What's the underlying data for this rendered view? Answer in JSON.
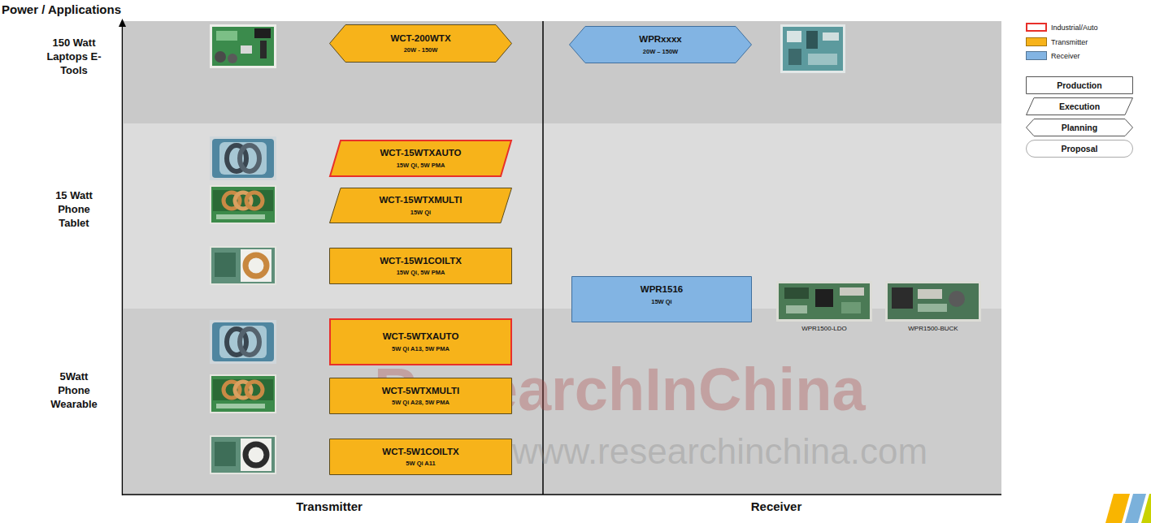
{
  "diagram": {
    "nodes": [
      {
        "text": [
          "WCT-200WTX",
          "20W - 150W"
        ]
      },
      {
        "text": [
          "WPRxxxx",
          "20W – 150W"
        ]
      },
      {
        "text": [
          "WCT-15WTXAUTO",
          "15W Qi, 5W PMA"
        ]
      },
      {
        "text": [
          "WCT-15WTXMULTI",
          "15W Qi"
        ]
      },
      {
        "text": [
          "WCT-15W1COILTX",
          "15W Qi, 5W PMA"
        ]
      },
      {
        "text": [
          "WPR1516",
          "15W Qi"
        ]
      },
      {
        "text": [
          "WCT-5WTXAUTO",
          "5W Qi A13, 5W PMA"
        ]
      },
      {
        "text": [
          "WCT-5WTXMULTI",
          "5W Qi A28, 5W PMA"
        ]
      },
      {
        "text": [
          "WCT-5W1COILTX",
          "5W Qi A11"
        ]
      }
    ],
    "labels": [
      "Power / Applications",
      "150 Watt Laptops E-Tools",
      "15 Watt Phone Tablet",
      "5Watt Phone Wearable",
      "WPR1500-LDO",
      "WPR1500-BUCK",
      "Transmitter",
      "Receiver",
      "ResearchInChina",
      "www.researchinchina.com"
    ],
    "legend": [
      {
        "text": "Industrial/Auto",
        "color": "#e8302a"
      },
      {
        "text": "Transmitter",
        "color": "#f7b31a"
      },
      {
        "text": "Receiver",
        "color": "#82b4e3"
      },
      {
        "text": "Production"
      },
      {
        "text": "Execution"
      },
      {
        "text": "Planning"
      },
      {
        "text": "Proposal"
      }
    ]
  }
}
